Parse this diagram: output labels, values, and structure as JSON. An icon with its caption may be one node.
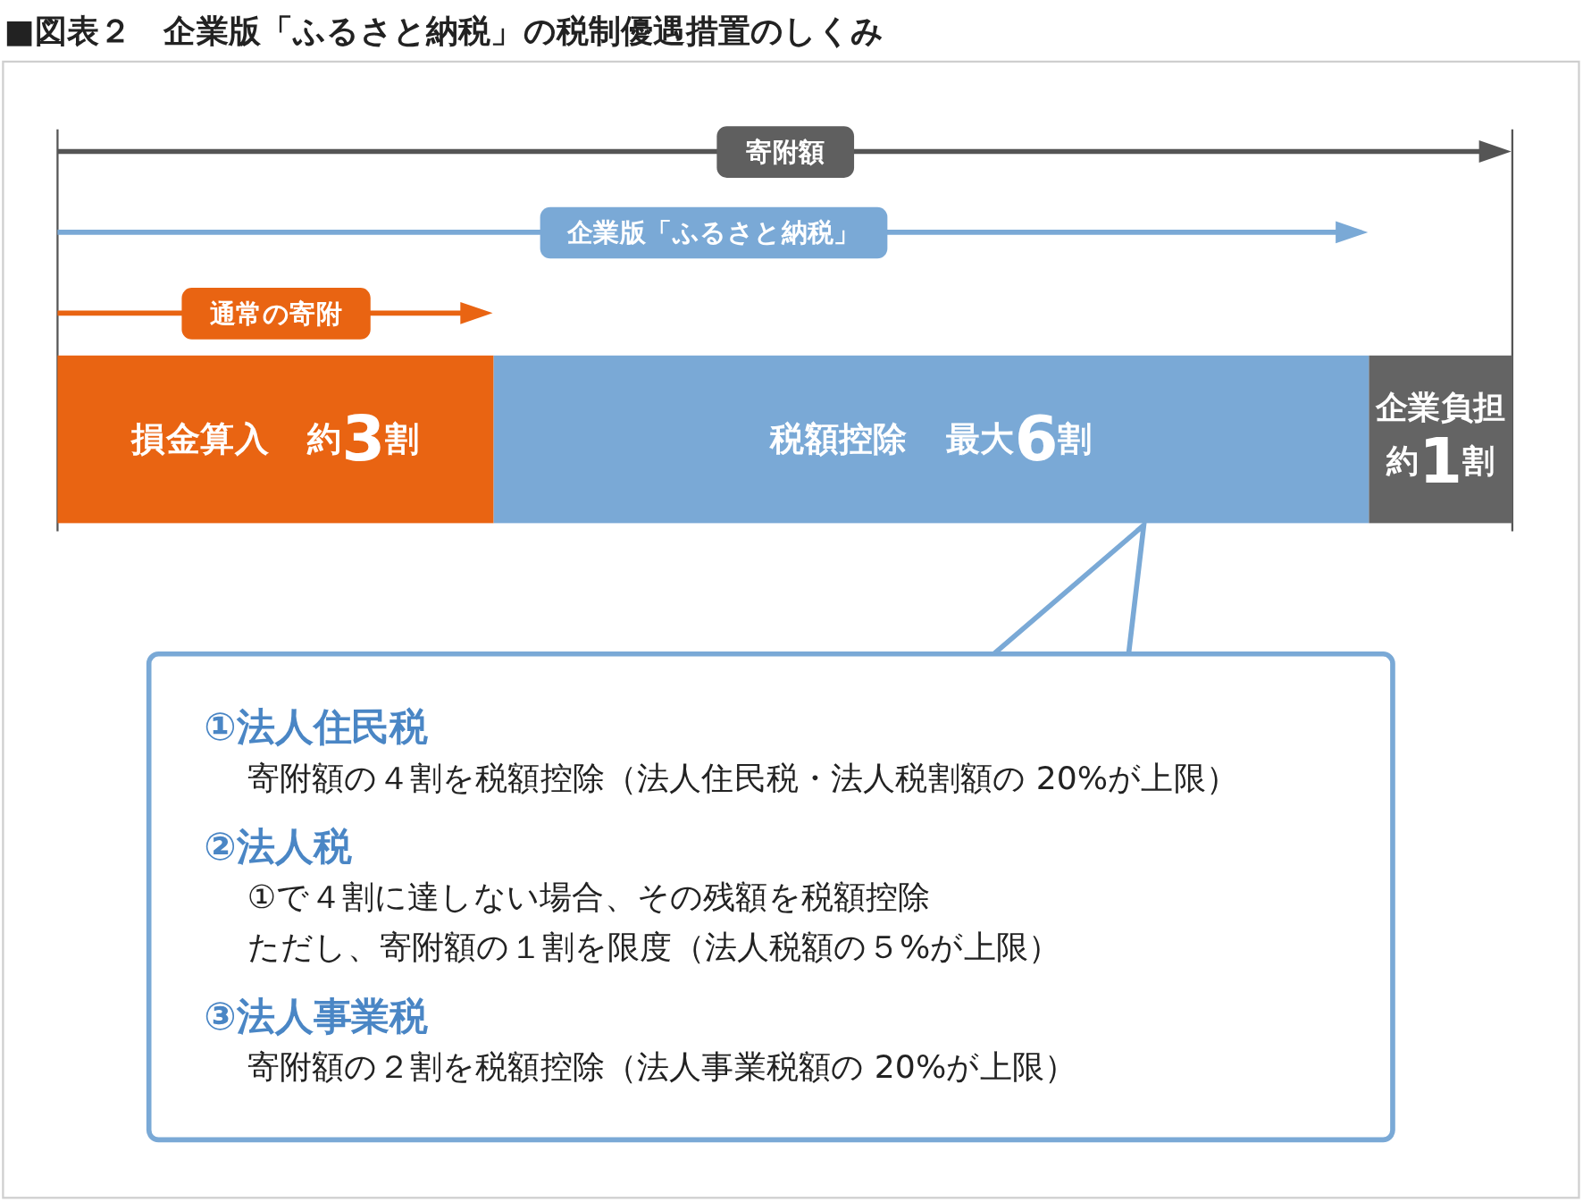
{
  "diagram": {
    "title": "■図表２　企業版「ふるさと納税」の税制優遇措置のしくみ",
    "nodes": [
      {
        "text": [
          "寄附額"
        ]
      },
      {
        "text": [
          "企業版「ふるさと納税」"
        ]
      },
      {
        "text": [
          "通常の寄附"
        ]
      },
      {
        "text": [
          "損金算入",
          "約3割"
        ]
      },
      {
        "text": [
          "税額控除",
          "最大6割"
        ]
      },
      {
        "text": [
          "企業負担",
          "約1割"
        ]
      },
      {
        "text": [
          "①法人住民税",
          "寄附額の４割を税額控除（法人住民税・法人税割額の 20%が上限）",
          "②法人税",
          "①で４割に達しない場合、その残額を税額控除",
          "ただし、寄附額の１割を限度（法人税額の５%が上限）",
          "③法人事業税",
          "寄附額の２割を税額控除（法人事業税額の 20%が上限）"
        ]
      }
    ],
    "edges": []
  }
}
